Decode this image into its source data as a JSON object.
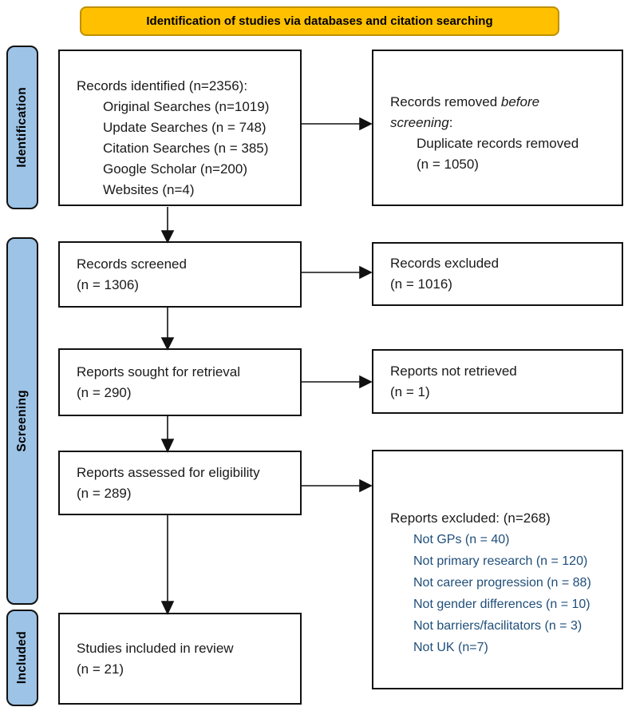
{
  "banner": {
    "label": "Identification of studies via databases and citation searching"
  },
  "stage_labels": {
    "identification": "Identification",
    "screening": "Screening",
    "included": "Included"
  },
  "colors": {
    "banner_fill": "#FFC000",
    "banner_border": "#BF9000",
    "stage_fill": "#9DC3E6",
    "box_border": "#111111",
    "excluded_reason_text": "#1F4E79"
  },
  "boxes": {
    "records_identified": {
      "title": "Records identified (n=2356):",
      "items": [
        "Original Searches (n=1019)",
        "Update Searches (n = 748)",
        "Citation Searches (n = 385)",
        "Google Scholar (n=200)",
        "Websites (n=4)"
      ]
    },
    "records_removed": {
      "lead": "Records removed ",
      "italic": "before screening",
      "tail": ":",
      "items": [
        "Duplicate records removed",
        "(n = 1050)"
      ]
    },
    "records_screened": {
      "line1": "Records screened",
      "line2": "(n = 1306)"
    },
    "records_excluded": {
      "line1": "Records excluded",
      "line2": "(n = 1016)"
    },
    "reports_sought": {
      "line1": "Reports sought for retrieval",
      "line2": "(n = 290)"
    },
    "reports_not_retrieved": {
      "line1": "Reports not retrieved",
      "line2": "(n = 1)"
    },
    "reports_assessed": {
      "line1": "Reports assessed for eligibility",
      "line2": "(n = 289)"
    },
    "reports_excluded": {
      "title": "Reports excluded: (n=268)",
      "reasons": [
        "Not GPs (n = 40)",
        "Not primary research (n = 120)",
        "Not career progression (n = 88)",
        "Not gender differences (n = 10)",
        "Not barriers/facilitators (n = 3)",
        "Not UK (n=7)"
      ]
    },
    "studies_included": {
      "line1": "Studies included in review",
      "line2": "(n = 21)"
    }
  }
}
